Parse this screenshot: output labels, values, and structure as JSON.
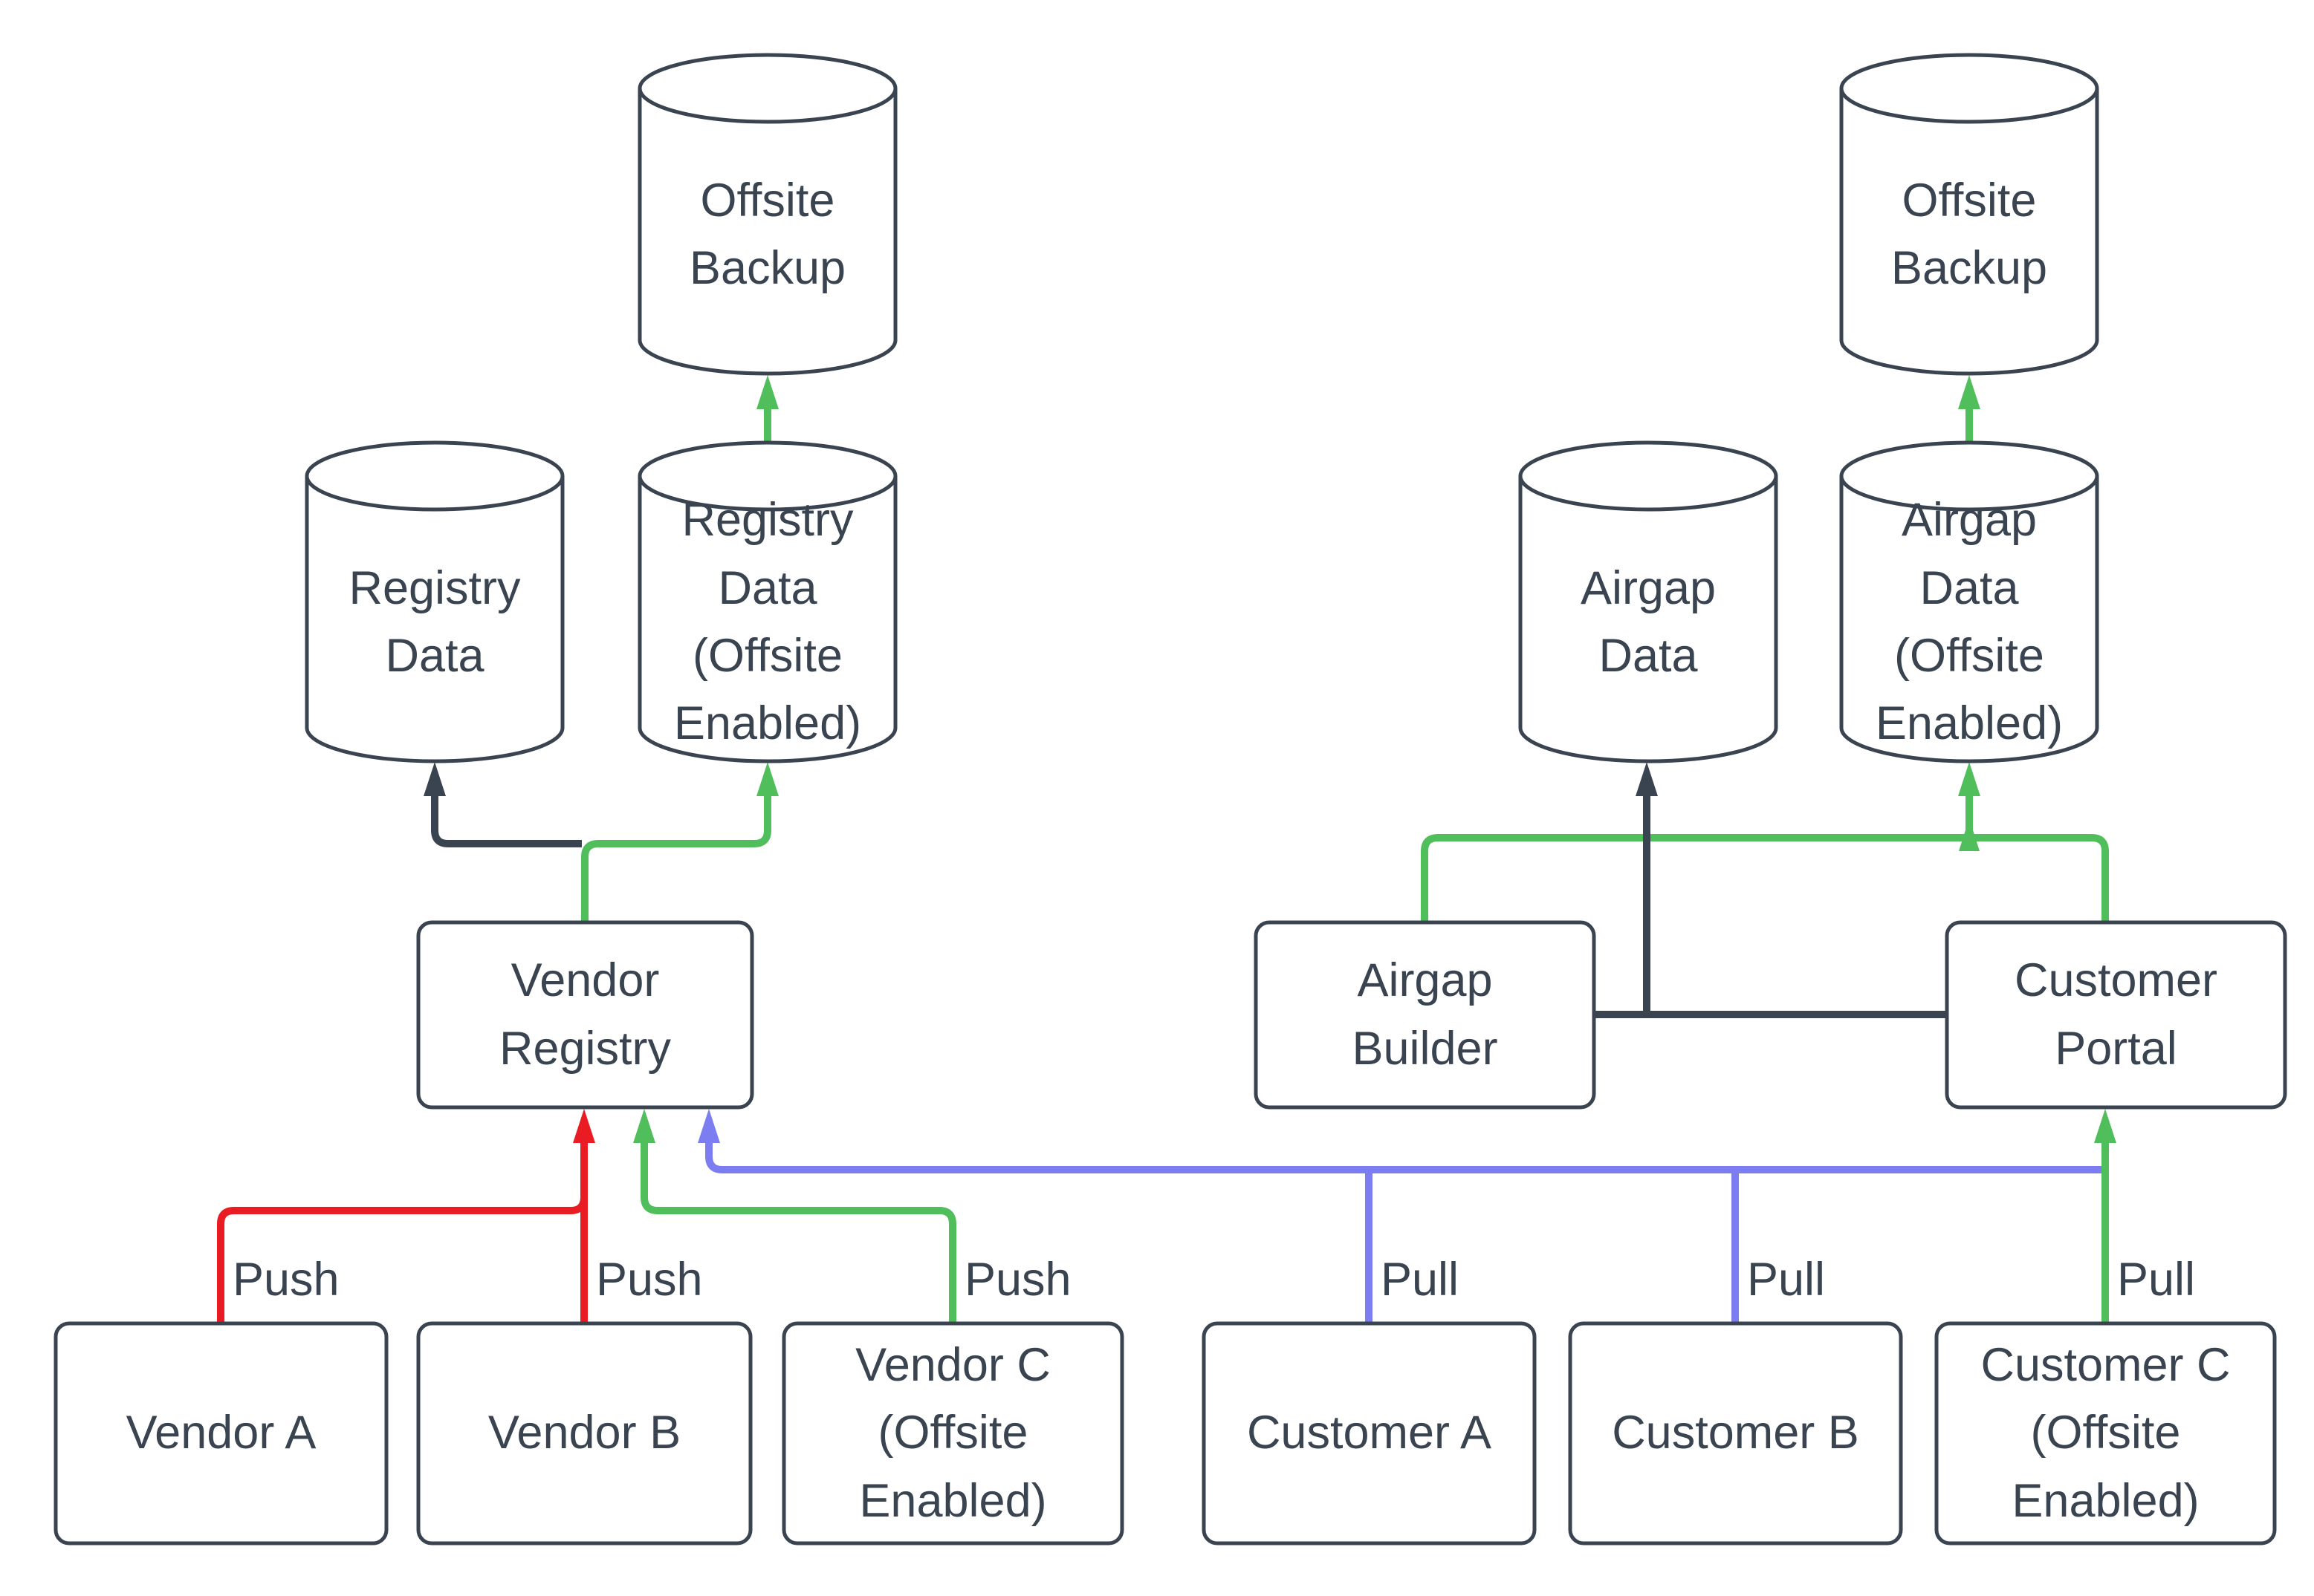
{
  "colors": {
    "dark": "#3A4450",
    "green": "#51BE5C",
    "red": "#E81C22",
    "purple": "#7B7DF0",
    "background": "#FFFFFF",
    "text": "#3A4450"
  },
  "nodes": {
    "offsite_backup_left": {
      "label": "Offsite Backup",
      "shape": "cylinder"
    },
    "registry_data": {
      "label": "Registry Data",
      "shape": "cylinder"
    },
    "registry_data_offsite": {
      "label": "Registry Data (Offsite Enabled)",
      "shape": "cylinder"
    },
    "offsite_backup_right": {
      "label": "Offsite Backup",
      "shape": "cylinder"
    },
    "airgap_data": {
      "label": "Airgap Data",
      "shape": "cylinder"
    },
    "airgap_data_offsite": {
      "label": "Airgap Data (Offsite Enabled)",
      "shape": "cylinder"
    },
    "vendor_registry": {
      "label": "Vendor Registry",
      "shape": "rectangle"
    },
    "airgap_builder": {
      "label": "Airgap Builder",
      "shape": "rectangle"
    },
    "customer_portal": {
      "label": "Customer Portal",
      "shape": "rectangle"
    },
    "vendor_a": {
      "label": "Vendor A",
      "shape": "rectangle"
    },
    "vendor_b": {
      "label": "Vendor B",
      "shape": "rectangle"
    },
    "vendor_c": {
      "label": "Vendor C (Offsite Enabled)",
      "shape": "rectangle"
    },
    "customer_a": {
      "label": "Customer A",
      "shape": "rectangle"
    },
    "customer_b": {
      "label": "Customer B",
      "shape": "rectangle"
    },
    "customer_c": {
      "label": "Customer C (Offsite Enabled)",
      "shape": "rectangle"
    }
  },
  "edge_labels": {
    "vendor_a": "Push",
    "vendor_b": "Push",
    "vendor_c": "Push",
    "customer_a": "Pull",
    "customer_b": "Pull",
    "customer_c": "Pull"
  }
}
